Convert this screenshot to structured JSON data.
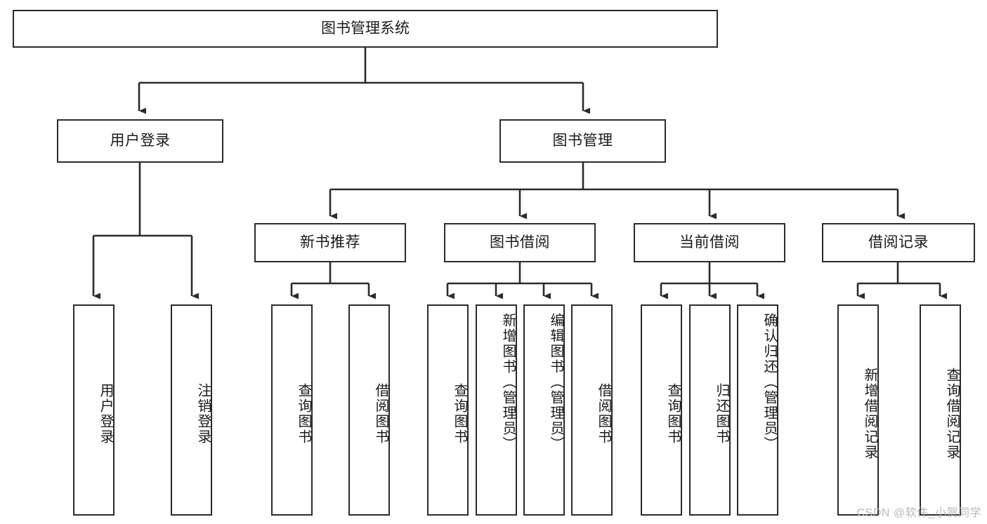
{
  "diagram": {
    "type": "tree",
    "title": "图书管理系统",
    "orientation": "top-down",
    "stroke_color": "#2b2b2b",
    "fill_color": "#ffffff",
    "text_color": "#1a1a1a",
    "levels": 4
  },
  "nodes": {
    "root": {
      "label": "图书管理系统"
    },
    "level2": [
      {
        "label": "用户登录"
      },
      {
        "label": "图书管理"
      }
    ],
    "level3": [
      {
        "label": "新书推荐"
      },
      {
        "label": "图书借阅"
      },
      {
        "label": "当前借阅"
      },
      {
        "label": "借阅记录"
      }
    ],
    "leaves": {
      "user_login": [
        {
          "label": "用户登录"
        },
        {
          "label": "注销登录"
        }
      ],
      "new_book_recommend": [
        {
          "label": "查询图书"
        },
        {
          "label": "借阅图书"
        }
      ],
      "book_borrow": [
        {
          "label": "查询图书"
        },
        {
          "label": "新增图书（管理员）"
        },
        {
          "label": "编辑图书（管理员）"
        },
        {
          "label": "借阅图书"
        }
      ],
      "current_borrow": [
        {
          "label": "查询图书"
        },
        {
          "label": "归还图书"
        },
        {
          "label": "确认归还（管理员）"
        }
      ],
      "borrow_record": [
        {
          "label": "新增借阅记录"
        },
        {
          "label": "查询借阅记录"
        }
      ]
    }
  },
  "watermark": {
    "text": "CSDN @软件_小贺同学"
  }
}
